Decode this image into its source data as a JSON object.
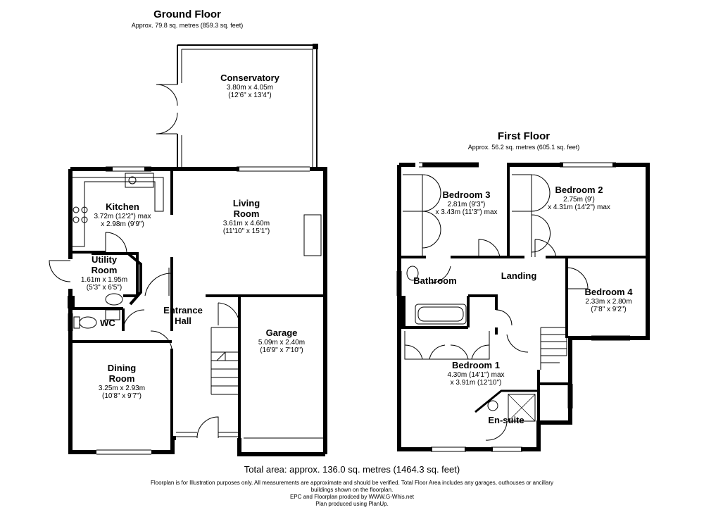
{
  "ground_floor": {
    "title": "Ground Floor",
    "area": "Approx. 79.8 sq. metres (859.3 sq. feet)",
    "rooms": {
      "conservatory": {
        "name": "Conservatory",
        "dim1": "3.80m x 4.05m",
        "dim2": "(12'6\" x 13'4\")"
      },
      "living": {
        "name1": "Living",
        "name2": "Room",
        "dim1": "3.61m x 4.60m",
        "dim2": "(11'10\" x 15'1\")"
      },
      "kitchen": {
        "name": "Kitchen",
        "dim1": "3.72m (12'2\") max",
        "dim2": "x 2.98m (9'9\")"
      },
      "utility": {
        "name1": "Utility",
        "name2": "Room",
        "dim1": "1.61m x 1.95m",
        "dim2": "(5'3\" x 6'5\")"
      },
      "wc": {
        "name": "WC"
      },
      "hall": {
        "name1": "Entrance",
        "name2": "Hall"
      },
      "garage": {
        "name": "Garage",
        "dim1": "5.09m x 2.40m",
        "dim2": "(16'9\" x 7'10\")"
      },
      "dining": {
        "name1": "Dining",
        "name2": "Room",
        "dim1": "3.25m x 2.93m",
        "dim2": "(10'8\" x 9'7\")"
      }
    }
  },
  "first_floor": {
    "title": "First Floor",
    "area": "Approx. 56.2 sq. metres (605.1 sq. feet)",
    "rooms": {
      "bedroom3": {
        "name": "Bedroom 3",
        "dim1": "2.81m (9'3\")",
        "dim2": "x 3.43m (11'3\") max"
      },
      "bedroom2": {
        "name": "Bedroom 2",
        "dim1": "2.75m (9')",
        "dim2": "x 4.31m (14'2\") max"
      },
      "bathroom": {
        "name": "Bathroom"
      },
      "landing": {
        "name": "Landing"
      },
      "bedroom4": {
        "name": "Bedroom 4",
        "dim1": "2.33m x 2.80m",
        "dim2": "(7'8\" x 9'2\")"
      },
      "bedroom1": {
        "name": "Bedroom 1",
        "dim1": "4.30m (14'1\") max",
        "dim2": "x 3.91m (12'10\")"
      },
      "ensuite": {
        "name": "En-suite"
      }
    }
  },
  "footer": {
    "total": "Total area: approx. 136.0 sq. metres (1464.3 sq. feet)",
    "disclaimer1": "Floorplan is for Illustration purposes only. All measurements are approximate and should be verified. Total Floor Area includes any garages, outhouses or ancillary",
    "disclaimer2": "buildings shown on the floorplan.",
    "disclaimer3": "EPC and Floorplan prodced by WWW.G-Whis.net",
    "disclaimer4": "Plan produced using PlanUp."
  }
}
